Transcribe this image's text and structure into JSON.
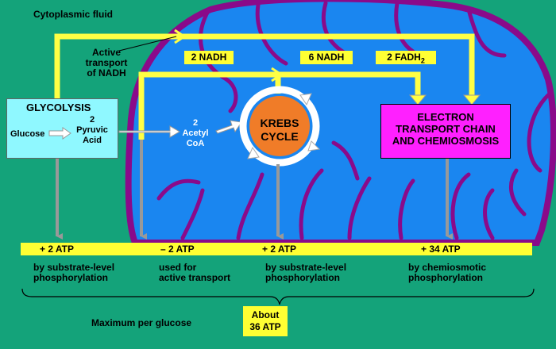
{
  "cytoplasm_label": "Cytoplasmic fluid",
  "active_transport_label": [
    "Active",
    "transport",
    "of NADH"
  ],
  "nadh_2": "2 NADH",
  "nadh_6": "6 NADH",
  "fadh2": {
    "text": "2 FADH",
    "sub": "2"
  },
  "glycolysis": {
    "title": "GLYCOLYSIS",
    "glucose": "Glucose",
    "pyruvic": [
      "2",
      "Pyruvic",
      "Acid"
    ]
  },
  "acetyl_coa": [
    "2",
    "Acetyl",
    "CoA"
  ],
  "krebs": [
    "KREBS",
    "CYCLE"
  ],
  "etc": [
    "ELECTRON",
    "TRANSPORT CHAIN",
    "AND CHEMIOSMOSIS"
  ],
  "atp_yields": [
    {
      "value": "+ 2 ATP",
      "desc": [
        "by substrate-level",
        "phosphorylation"
      ]
    },
    {
      "value": "– 2 ATP",
      "desc": [
        "used for",
        "active transport"
      ]
    },
    {
      "value": "+ 2 ATP",
      "desc": [
        "by substrate-level",
        "phosphorylation"
      ]
    },
    {
      "value": "+ 34 ATP",
      "desc": [
        "by chemiosmotic",
        "phosphorylation"
      ]
    }
  ],
  "max_label": "Maximum per glucose",
  "total": [
    "About",
    "36 ATP"
  ],
  "colors": {
    "background": "#14a37a",
    "mitochondrion": "#1a86f0",
    "membrane": "#8a0a8a",
    "arrow": "#ffff44",
    "glycolysis_box": "#8ff8ff",
    "etc_box": "#ff20ff",
    "krebs": "#f07c28"
  }
}
